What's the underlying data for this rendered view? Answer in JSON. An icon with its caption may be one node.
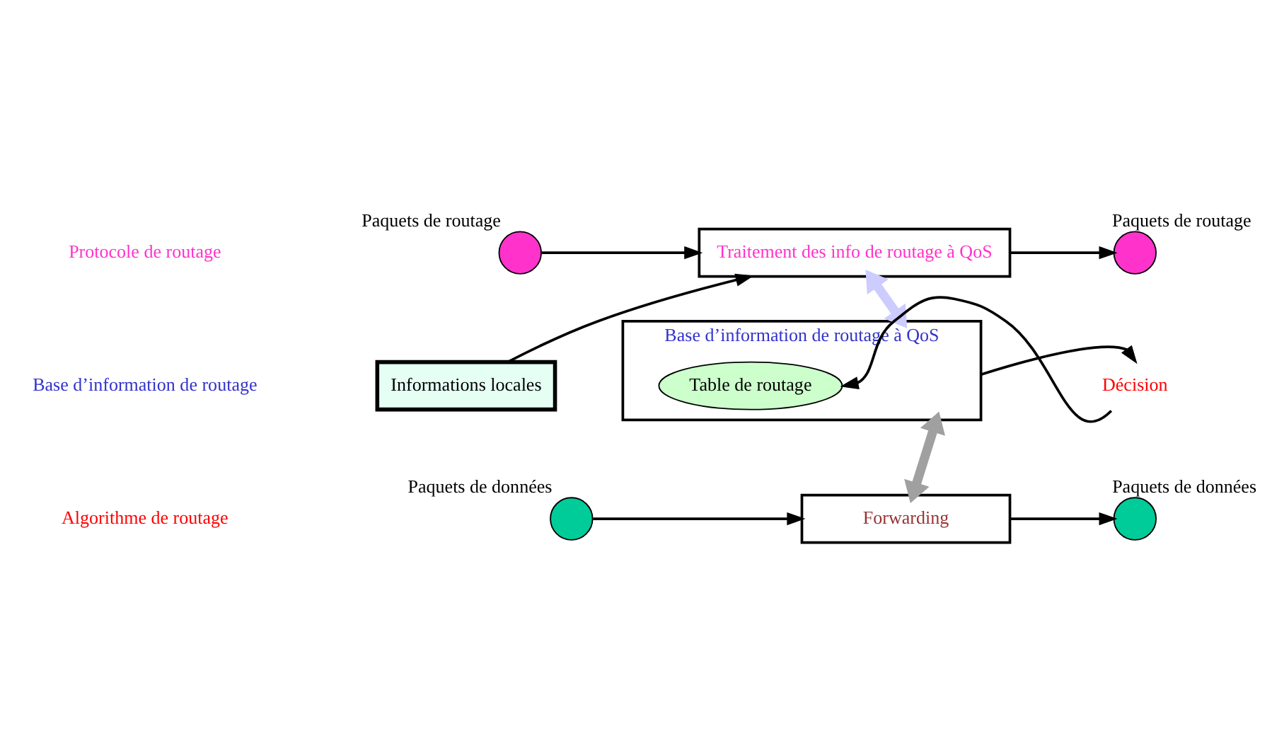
{
  "diagram": {
    "nodes": [
      {
        "text": [],
        "shape": "circle",
        "beside": [
          "Paquets de routage"
        ]
      },
      {
        "text": [
          "Traitement des info de routage à QoS"
        ]
      },
      {
        "text": [],
        "shape": "circle",
        "beside": [
          "Paquets de routage"
        ]
      },
      {
        "text": [
          "Informations locales"
        ]
      },
      {
        "text": [
          "Base d’information de routage à QoS"
        ]
      },
      {
        "text": [
          "Table de routage"
        ],
        "in": 4
      },
      {
        "text": [
          "Décision"
        ]
      },
      {
        "text": [
          "Forwarding"
        ]
      },
      {
        "text": [],
        "shape": "circle",
        "beside": [
          "Paquets de données"
        ]
      },
      {
        "text": [],
        "shape": "circle",
        "beside": [
          "Paquets de données"
        ]
      }
    ],
    "edges": [
      {
        "from": 0,
        "to": 1,
        "arrow": "to"
      },
      {
        "from": 1,
        "to": 2,
        "arrow": "to"
      },
      {
        "from": 3,
        "to": 1,
        "arrow": "to"
      },
      {
        "from": 1,
        "to": 4,
        "arrow": "both",
        "style": "thick",
        "color": "#ccccff"
      },
      {
        "from": 4,
        "to": 6,
        "arrow": "to"
      },
      {
        "from": 6,
        "to": 5,
        "arrow": "to"
      },
      {
        "from": 4,
        "to": 7,
        "arrow": "both",
        "style": "thick",
        "color": "#a0a0a0"
      },
      {
        "from": 8,
        "to": 7,
        "arrow": "to"
      },
      {
        "from": 7,
        "to": 9,
        "arrow": "to"
      }
    ],
    "labels": [
      "Protocole de routage",
      "Base d’information de routage",
      "Algorithme de routage"
    ]
  }
}
